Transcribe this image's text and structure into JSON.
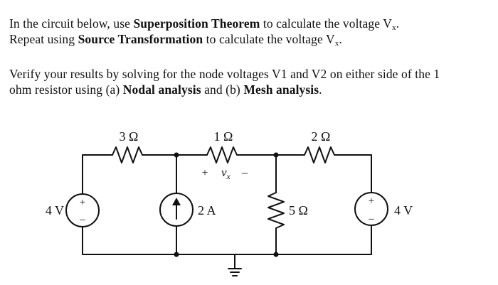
{
  "problem": {
    "line1": {
      "t1": "In the circuit below, use ",
      "b1": "Superposition Theorem",
      "t2": " to calculate the voltage V",
      "sub": "x",
      "t3": "."
    },
    "line2": {
      "t1": "Repeat using ",
      "b1": "Source Transformation",
      "t2": " to calculate the voltage V",
      "sub": "x",
      "t3": "."
    },
    "line3": {
      "t1": "Verify your results by solving for the node voltages V1 and V2 on either side of the 1"
    },
    "line4": {
      "t1": "ohm resistor using (a) ",
      "b1": "Nodal analysis",
      "t2": " and (b) ",
      "b2": "Mesh analysis",
      "t3": "."
    }
  },
  "circuit": {
    "r1_label": "3 Ω",
    "r2_label": "1 Ω",
    "r3_label": "2 Ω",
    "r4_label": "5 Ω",
    "vs_left_label": "4 V",
    "vs_right_label": "4 V",
    "is_label": "2 A",
    "plus": "+",
    "minus": "–",
    "vx_main": "v",
    "vx_sub": "x"
  },
  "colors": {
    "background": "#ffffff",
    "ink": "#111111"
  }
}
